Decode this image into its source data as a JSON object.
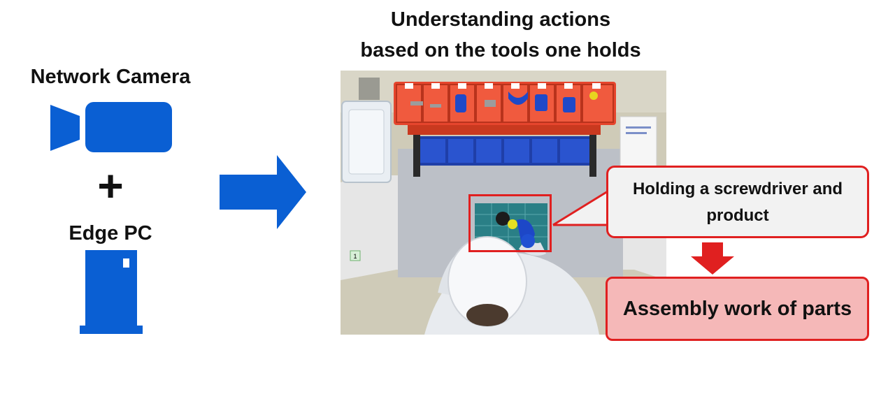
{
  "inputs": {
    "camera_label": "Network Camera",
    "plus_symbol": "+",
    "edge_label": "Edge PC"
  },
  "scene": {
    "title_line1": "Understanding actions",
    "title_line2": "based on the tools one holds",
    "bench_marker": "1"
  },
  "callout": {
    "line1": "Holding a screwdriver and",
    "line2": "product"
  },
  "result": {
    "label": "Assembly work of parts"
  },
  "colors": {
    "icon_blue": "#0a5fd3",
    "alert_red": "#e02020",
    "result_fill": "#f5b8b8",
    "callout_fill": "#f2f2f2"
  },
  "icons": [
    "camera-icon",
    "plus-icon",
    "edge-pc-icon",
    "right-arrow-icon",
    "down-arrow-icon"
  ]
}
